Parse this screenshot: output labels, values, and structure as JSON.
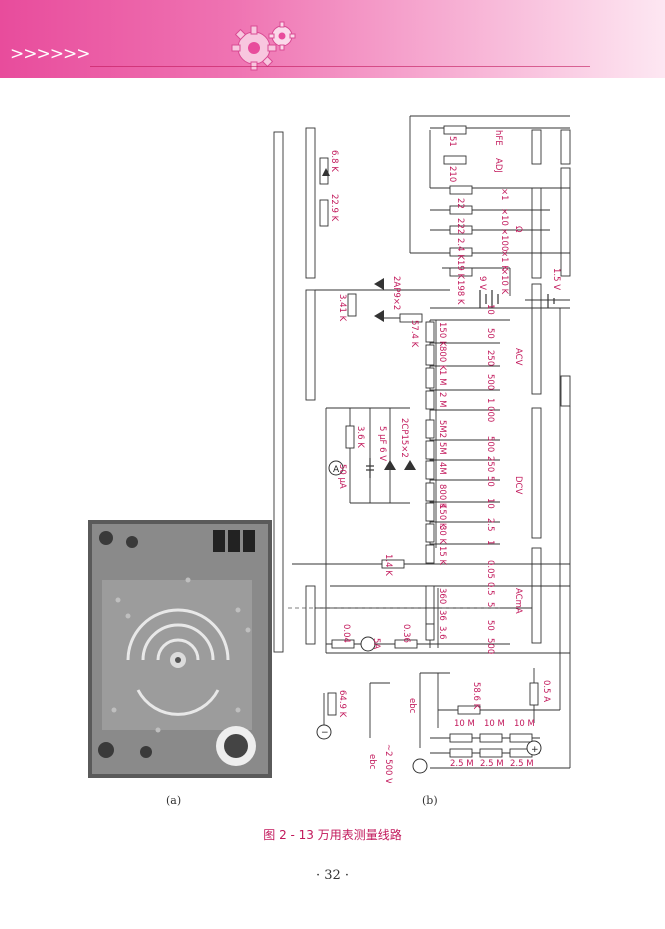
{
  "header": {
    "chevrons": ">>>>>>",
    "logo_icon": "gear-icon",
    "accent_color": "#e84c9c"
  },
  "figure": {
    "photo_label": "(a)",
    "schematic_label": "(b)",
    "caption": "图 2 - 13    万用表测量线路"
  },
  "schematic": {
    "resistors": {
      "r51": "51",
      "r210": "210",
      "r68k": "6.8 K",
      "r229k": "22.9 K",
      "r22": "22",
      "r222": "222",
      "r24k": "2.4 K",
      "r19k": "19 K",
      "r198k": "198 K",
      "r341k": "3.41 K",
      "r574k": "57.4 K",
      "r150k_ac": "150 K",
      "r800k_ac": "800 K",
      "r2m": "2 M",
      "r1m": "1 M",
      "r5m2": "5M2",
      "r5m": "5M",
      "r4m": "4M",
      "r800k_dc": "800 K",
      "r150k_dc": "150 K",
      "r30k": "30 K",
      "r15k": "15 K",
      "r36k": "3.6 K",
      "r14k": "1.4 K",
      "r360": "360",
      "r36": "36",
      "r3_6": "3.6",
      "r004": "0.04",
      "r036": "0.36",
      "r586k": "58.6 K",
      "r649k": "64.9 K",
      "r10m": "10 M",
      "r25m": "2.5 M"
    },
    "components": {
      "diode_pair": "2AP9×2",
      "clamp_diodes": "2CP15×2",
      "capacitor": "5 μF 6 V",
      "meter": "50 μA",
      "meter_symbol": "A",
      "fuse": "5A",
      "battery_9v": "9 V",
      "battery_15v": "1.5 V"
    },
    "labels": {
      "hfe": "hFE",
      "adj": "ADJ",
      "x1": "×1",
      "x10": "×10",
      "x100": "×100",
      "x1k": "×1 K",
      "x10k": "×10 K",
      "ohm": "Ω",
      "acv": "ACV",
      "dcv": "DCV",
      "acma": "ACmA",
      "ebc": "ebc",
      "ebc2": "ebc",
      "acv2500": "~2 500 V",
      "half_amp": "0.5 A",
      "minus": "−",
      "plus": "+"
    },
    "range_values": [
      "10",
      "50",
      "250",
      "500",
      "1 000",
      "500",
      "250",
      "50",
      "10",
      "2.5",
      "1",
      "0.05",
      "0.5",
      "5",
      "50",
      "500"
    ]
  },
  "page_number": "· 32 ·"
}
